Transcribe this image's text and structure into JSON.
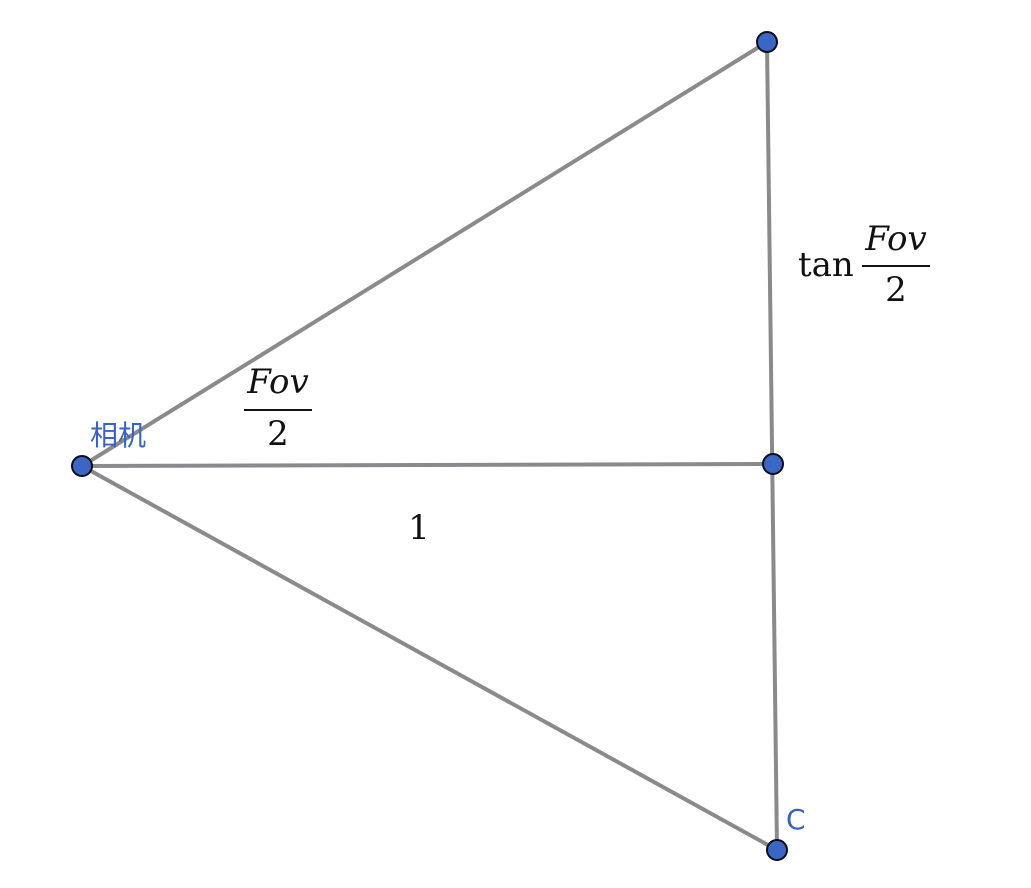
{
  "points": {
    "camera_label": "相机",
    "c_label": "C"
  },
  "labels": {
    "half_fov_numerator": "Fov",
    "half_fov_denominator": "2",
    "adjacent_length": "1",
    "opposite_prefix": "tan",
    "opposite_numerator": "Fov",
    "opposite_denominator": "2"
  },
  "colors": {
    "segment": "#8a8a8d",
    "point_fill": "#3b66c4",
    "point_label": "#3a63c0",
    "math_text": "#111111"
  }
}
